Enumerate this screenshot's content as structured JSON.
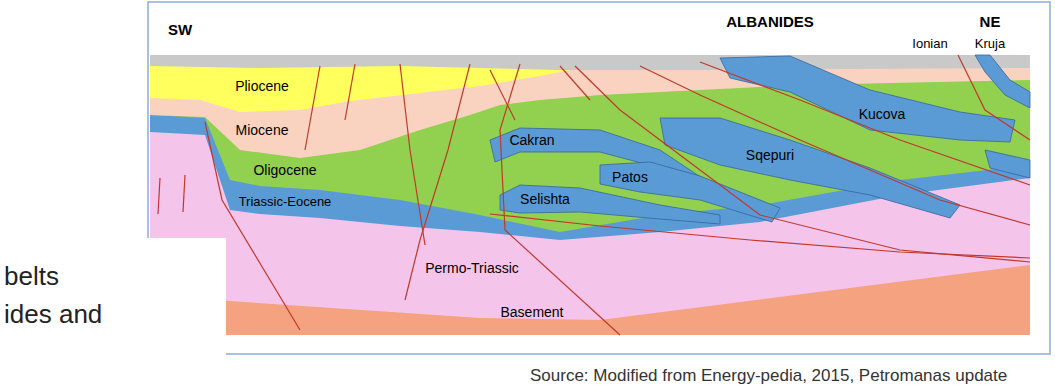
{
  "diagram": {
    "labels": [
      "SW",
      "ALBANIDES",
      "NE",
      "Ionian",
      "Kruja",
      "Pliocene",
      "Miocene",
      "Oligocene",
      "Triassic-Eocene",
      "Cakran",
      "Patos",
      "Sqepuri",
      "Kucova",
      "Selishta",
      "Permo-Triassic",
      "Basement",
      "belts",
      "ides and",
      "Source: Modified from Energy-pedia, 2015, Petromanas update"
    ]
  }
}
